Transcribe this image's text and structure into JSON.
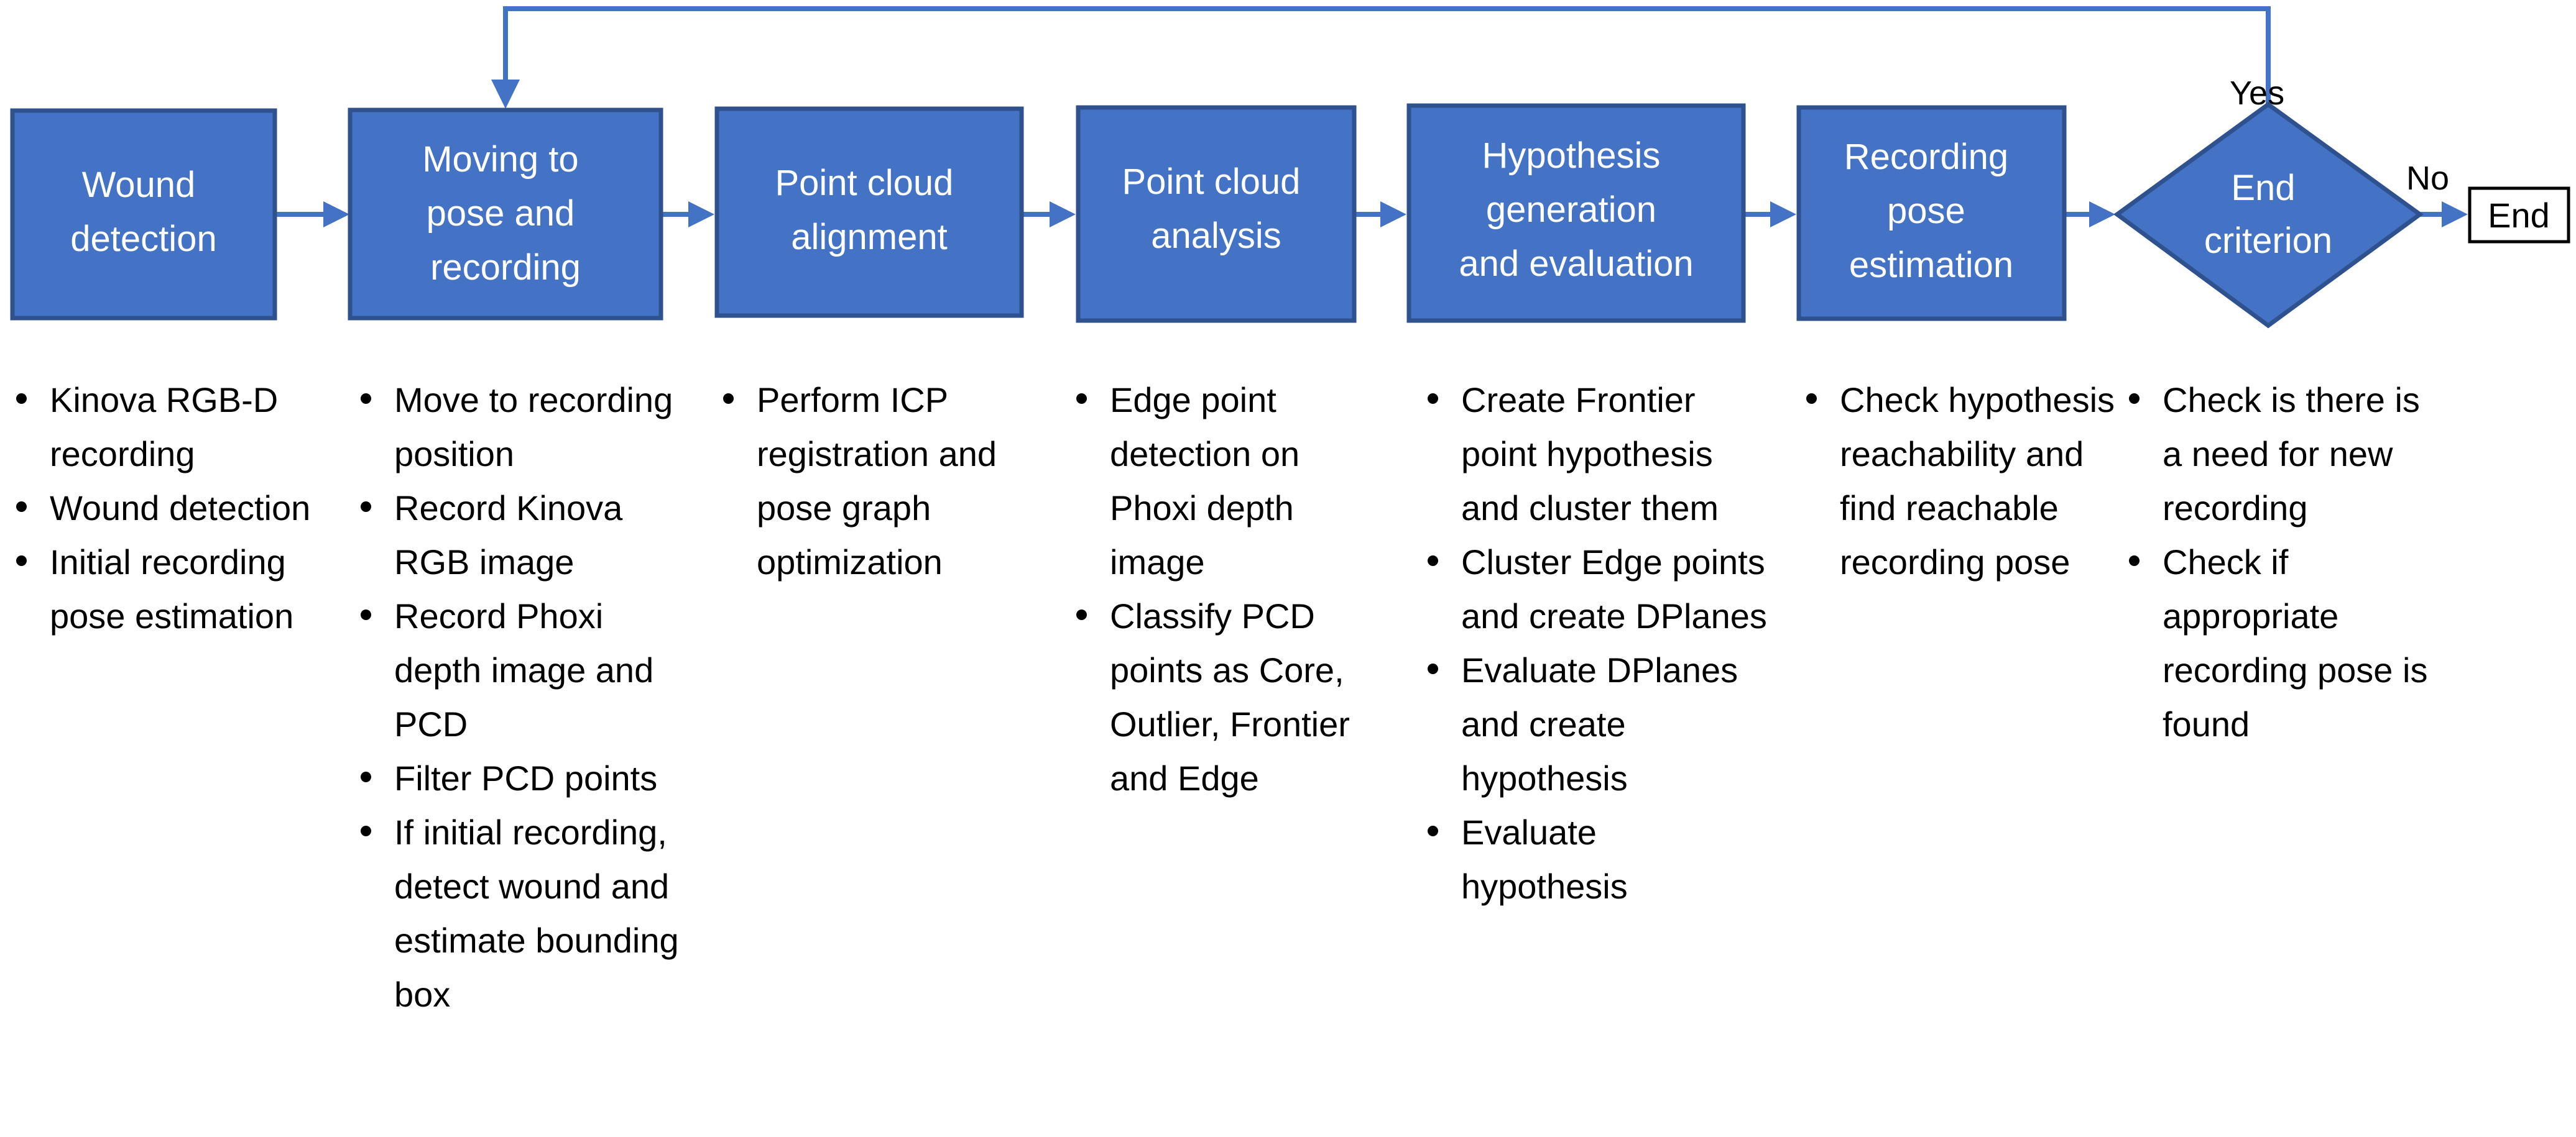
{
  "steps": [
    {
      "label_lines": [
        "Wound",
        "detection"
      ],
      "bullets": [
        "Kinova RGB-D recording",
        "Wound detection",
        "Initial recording pose estimation"
      ]
    },
    {
      "label_lines": [
        "Moving to",
        "pose and",
        "recording"
      ],
      "bullets": [
        "Move to recording position",
        "Record Kinova RGB image",
        "Record Phoxi depth image and PCD",
        "Filter PCD points",
        "If initial recording, detect wound and estimate bounding box"
      ]
    },
    {
      "label_lines": [
        "Point cloud",
        "alignment"
      ],
      "bullets": [
        "Perform ICP registration and pose graph optimization"
      ]
    },
    {
      "label_lines": [
        "Point cloud",
        "analysis"
      ],
      "bullets": [
        "Edge point detection on Phoxi depth image",
        "Classify PCD points as Core, Outlier, Frontier and Edge"
      ]
    },
    {
      "label_lines": [
        "Hypothesis",
        "generation",
        "and evaluation"
      ],
      "bullets": [
        "Create Frontier point hypothesis and cluster them",
        "Cluster Edge points and create DPlanes",
        "Evaluate DPlanes and create hypothesis",
        "Evaluate hypothesis"
      ]
    },
    {
      "label_lines": [
        "Recording",
        "pose",
        "estimation"
      ],
      "bullets": [
        "Check hypothesis reachability and find reachable recording pose"
      ]
    }
  ],
  "decision": {
    "label_lines": [
      "End",
      "criterion"
    ],
    "bullets": [
      "Check is there is a need for new recording",
      "Check if appropriate recording pose is found"
    ],
    "yes_label": "Yes",
    "no_label": "No"
  },
  "end_label": "End",
  "colors": {
    "box_fill": "#4472C4",
    "box_stroke": "#2F528F",
    "text_on_box": "#FFFFFF",
    "arrow": "#4472C4"
  }
}
